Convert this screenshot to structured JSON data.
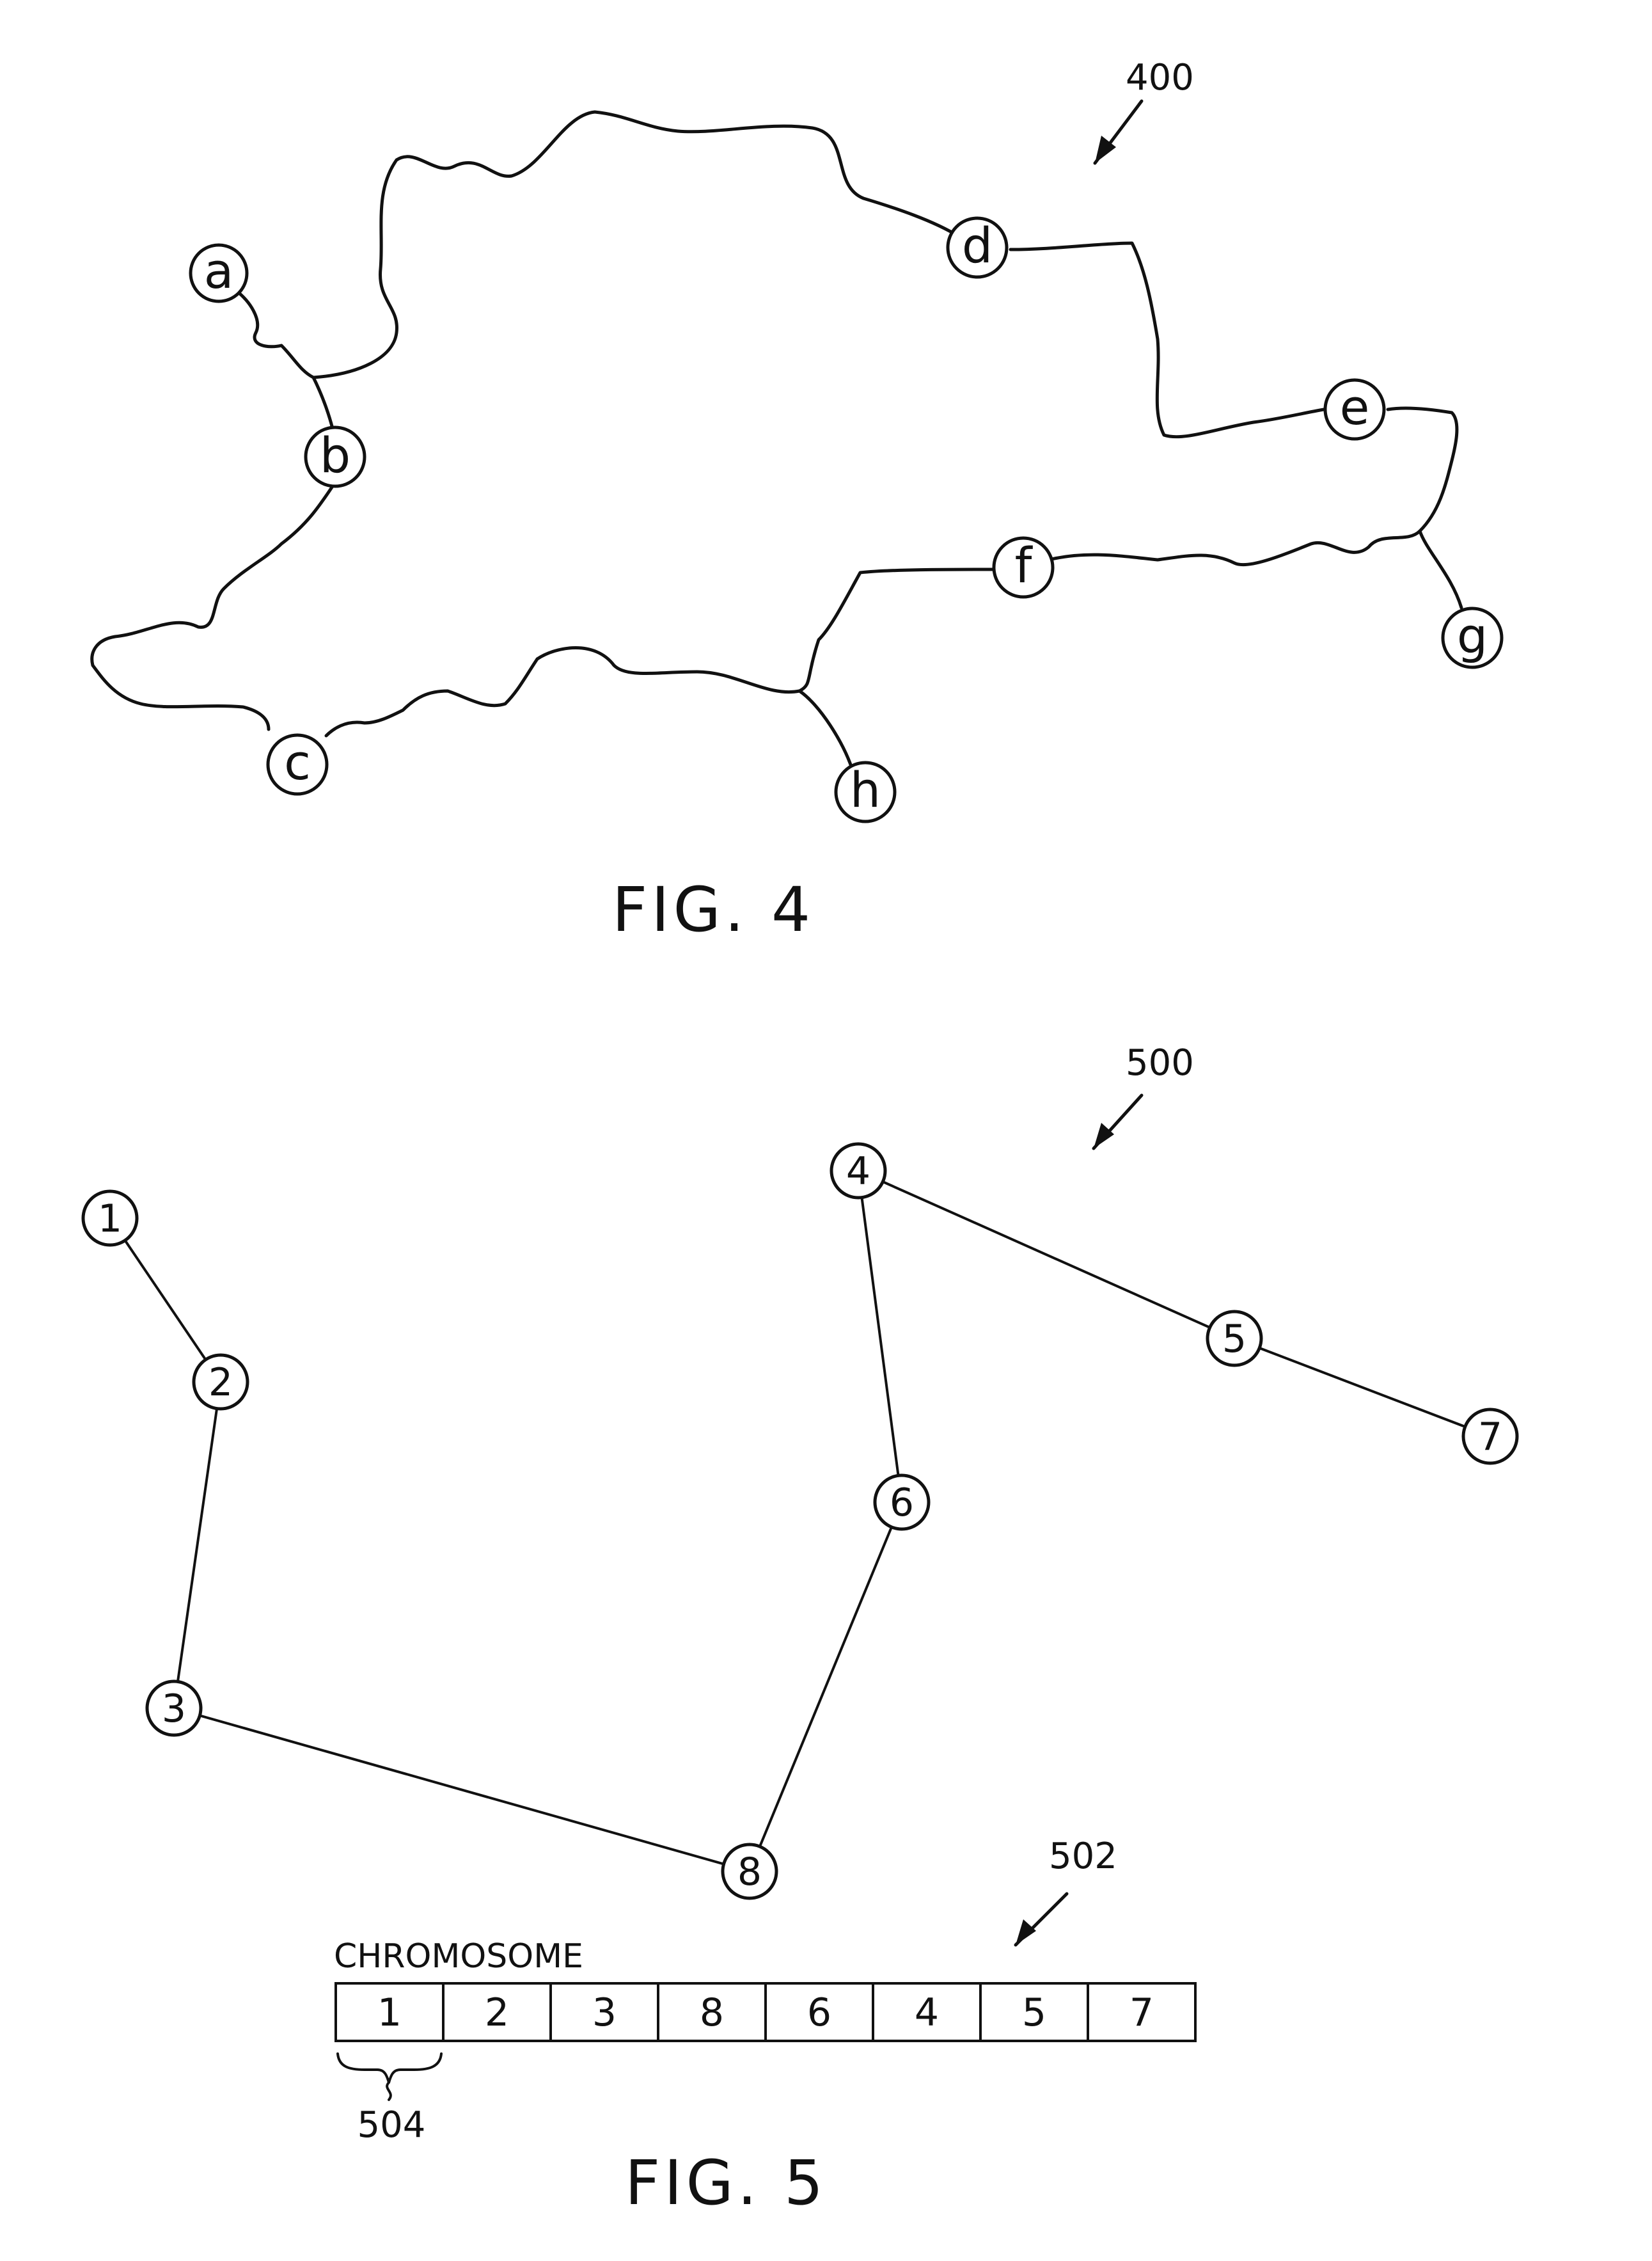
{
  "fig4": {
    "caption": "FIG. 4",
    "ref": "400",
    "nodes": [
      "a",
      "b",
      "c",
      "d",
      "e",
      "f",
      "g",
      "h"
    ]
  },
  "fig5": {
    "caption": "FIG. 5",
    "ref": "500",
    "nodes": [
      "1",
      "2",
      "3",
      "4",
      "5",
      "6",
      "7",
      "8"
    ],
    "edges": [
      [
        "1",
        "2"
      ],
      [
        "2",
        "3"
      ],
      [
        "3",
        "8"
      ],
      [
        "8",
        "6"
      ],
      [
        "6",
        "4"
      ],
      [
        "4",
        "5"
      ],
      [
        "5",
        "7"
      ]
    ],
    "chromosome": {
      "title": "CHROMOSOME",
      "ref": "502",
      "gene_ref": "504",
      "genes": [
        "1",
        "2",
        "3",
        "8",
        "6",
        "4",
        "5",
        "7"
      ]
    }
  }
}
